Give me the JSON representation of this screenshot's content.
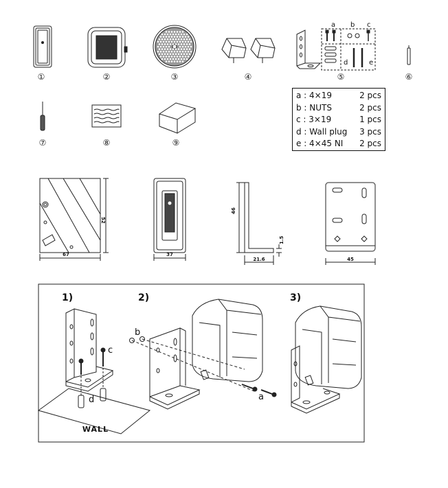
{
  "parts": [
    {
      "id": "part-1",
      "label": "①"
    },
    {
      "id": "part-2",
      "label": "②"
    },
    {
      "id": "part-3",
      "label": "③"
    },
    {
      "id": "part-4",
      "label": "④"
    },
    {
      "id": "part-5",
      "label": "⑤"
    },
    {
      "id": "part-6",
      "label": "⑥"
    },
    {
      "id": "part-7",
      "label": "⑦"
    },
    {
      "id": "part-8",
      "label": "⑧"
    },
    {
      "id": "part-9",
      "label": "⑨"
    }
  ],
  "kit_letters": {
    "a": "a",
    "b": "b",
    "c": "c",
    "d": "d",
    "e": "e"
  },
  "parts_table": [
    {
      "item": "a : 4×19",
      "qty": "2 pcs"
    },
    {
      "item": "b : NUTS",
      "qty": "2 pcs"
    },
    {
      "item": "c : 3×19",
      "qty": "1 pcs"
    },
    {
      "item": "d : Wall plug",
      "qty": "3 pcs"
    },
    {
      "item": "e : 4×45 NI",
      "qty": "2 pcs"
    }
  ],
  "dimensions": {
    "front_height": "52",
    "front_width": "67",
    "side_width": "37",
    "bracket_height": "46",
    "bracket_thickness": "1.5",
    "bracket_depth": "21.6",
    "bracket_width": "45"
  },
  "steps": {
    "step1": "1)",
    "step2": "2)",
    "step3": "3)",
    "label_c": "c",
    "label_d": "d",
    "label_b": "b",
    "label_a": "a",
    "wall": "WALL"
  }
}
